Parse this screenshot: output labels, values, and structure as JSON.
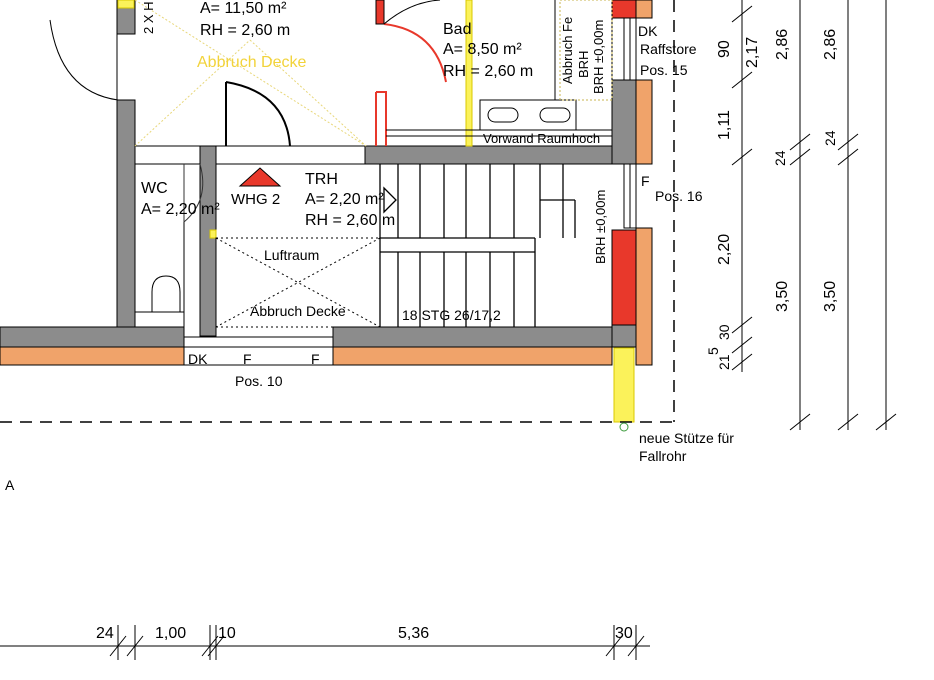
{
  "rooms": {
    "top_area": "A=    11,50 m²",
    "top_rh": "RH = 2,60 m",
    "top_side": "2 X H",
    "bad_name": "Bad",
    "bad_area": "A=   8,50 m²",
    "bad_rh": "RH = 2,60 m",
    "wc_name": "WC",
    "wc_area": "A= 2,20 m²",
    "trh_name": "TRH",
    "trh_area": "A=       2,20 m²",
    "trh_rh": "RH = 2,60 m"
  },
  "annotations": {
    "abbruch_decke_top": "Abbruch Decke",
    "abbruch_decke": "Abbruch Decke",
    "abbruch_fe": "Abbruch Fe",
    "luftraum": "Luftraum",
    "whg": "WHG 2",
    "vorwand": "Vorwand Raumhoch",
    "stairs": "18 STG 26/17,2",
    "brh": "BRH",
    "brh0": "BRH ±0,00m",
    "brh0_b": "BRH ±0,00m",
    "dk_top": "DK",
    "raffstore": "Raffstore",
    "pos15": "Pos. 15",
    "f_right": "F",
    "pos16": "Pos. 16",
    "dk_bottom": "DK",
    "f1": "F",
    "f2": "F",
    "pos10": "Pos. 10",
    "stuetze_1": "neue Stütze für",
    "stuetze_2": "Fallrohr",
    "section_a": "A"
  },
  "dimensions": {
    "v_90": "90",
    "v_111": "1,11",
    "v_220": "2,20",
    "v_30": "30",
    "v_5": "5",
    "v_21": "21",
    "v_217": "2,17",
    "v_24a": "24",
    "v_286a": "2,86",
    "v_350a": "3,50",
    "v_24b": "24",
    "v_286b": "2,86",
    "v_350b": "3,50",
    "h_24": "24",
    "h_100": "1,00",
    "h_10": "10",
    "h_536": "5,36",
    "h_30": "30"
  },
  "colors": {
    "wall_grey": "#8c8c8c",
    "insulation_orange": "#f0a36a",
    "demolition_red": "#e8382b",
    "new_yellow": "#fbf25a",
    "annotation_yellow": "#f2d33a"
  }
}
